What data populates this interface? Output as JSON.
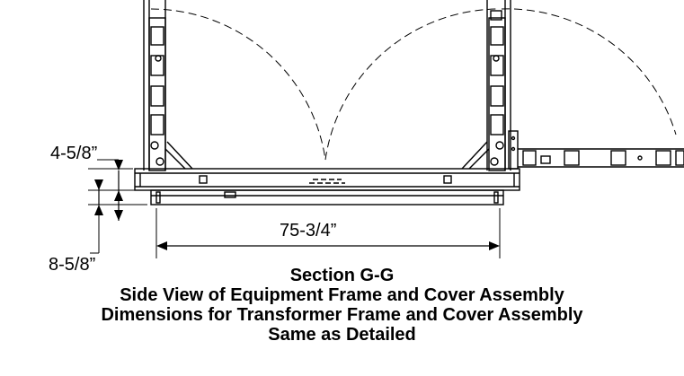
{
  "drawing": {
    "dim_top": "4-5/8”",
    "dim_bottom": "8-5/8”",
    "dim_width": "75-3/4”"
  },
  "caption": {
    "line1": "Section G-G",
    "line2": "Side View of Equipment Frame and Cover Assembly",
    "line3": "Dimensions for Transformer Frame and Cover Assembly",
    "line4": "Same as Detailed"
  },
  "colors": {
    "ink": "#000000",
    "background": "#ffffff"
  }
}
